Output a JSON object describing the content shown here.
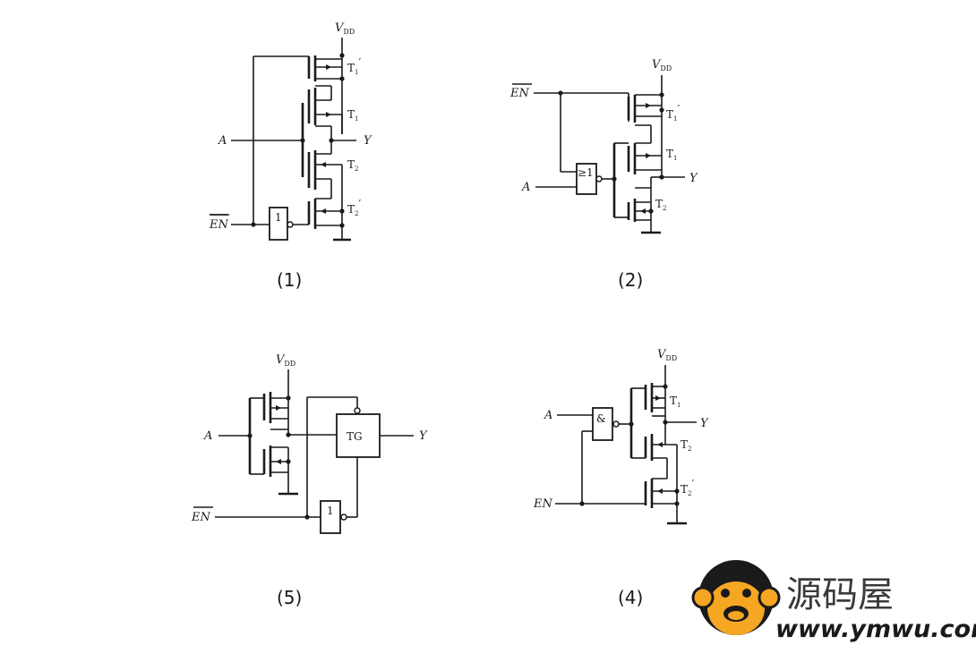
{
  "circuit_1": {
    "caption": "(1)",
    "vdd": "V",
    "vdd_sub": "DD",
    "input_a": "A",
    "input_en": "EN",
    "output_y": "Y",
    "gate_symbol": "1",
    "t1p": "T",
    "t1p_sub": "1",
    "t1p_prime": "′",
    "t1": "T",
    "t1_sub": "1",
    "t2": "T",
    "t2_sub": "2",
    "t2p": "T",
    "t2p_sub": "2",
    "t2p_prime": "′"
  },
  "circuit_2": {
    "caption": "(2)",
    "vdd": "V",
    "vdd_sub": "DD",
    "input_en": "EN",
    "input_a": "A",
    "output_y": "Y",
    "gate_symbol": "≥1",
    "t1p": "T",
    "t1p_sub": "1",
    "t1p_prime": "′",
    "t1": "T",
    "t1_sub": "1",
    "t2": "T",
    "t2_sub": "2"
  },
  "circuit_5": {
    "caption": "(5)",
    "vdd": "V",
    "vdd_sub": "DD",
    "input_a": "A",
    "input_en": "EN",
    "output_y": "Y",
    "tg_label": "TG",
    "gate_symbol": "1"
  },
  "circuit_4": {
    "caption": "(4)",
    "vdd": "V",
    "vdd_sub": "DD",
    "input_a": "A",
    "input_en": "EN",
    "output_y": "Y",
    "gate_symbol": "&",
    "t1": "T",
    "t1_sub": "1",
    "t2": "T",
    "t2_sub": "2",
    "t2p": "T",
    "t2p_sub": "2",
    "t2p_prime": "′"
  },
  "watermark": {
    "chinese": "源码屋",
    "url": "www.ymwu.com",
    "logo_icon": "monkey-logo-icon",
    "brand_color": "#f5a623"
  }
}
